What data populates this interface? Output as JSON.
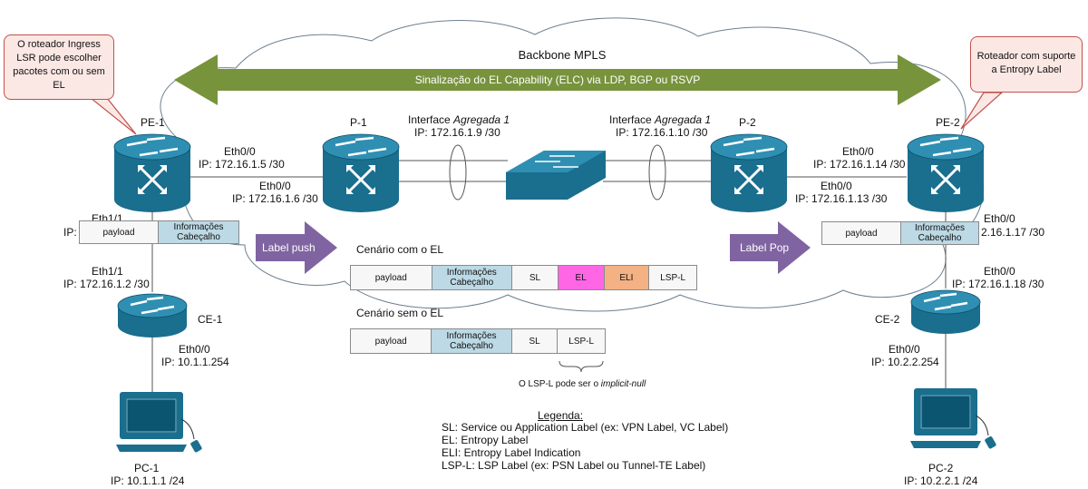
{
  "backbone": {
    "title": "Backbone MPLS",
    "signaling": "Sinalização do EL Capability (ELC) via LDP, BGP ou RSVP"
  },
  "callouts": {
    "left": "O roteador Ingress LSR pode escolher pacotes com ou sem EL",
    "right": "Roteador com suporte a Entropy Label"
  },
  "routers": {
    "pe1": {
      "name": "PE-1"
    },
    "p1": {
      "name": "P-1"
    },
    "p2": {
      "name": "P-2"
    },
    "pe2": {
      "name": "PE-2"
    },
    "ce1": {
      "name": "CE-1"
    },
    "ce2": {
      "name": "CE-2"
    }
  },
  "interfaces": {
    "pe1_eth00_name": "Eth0/0",
    "pe1_eth00_ip": "IP: 172.16.1.5 /30",
    "p1_eth00_name": "Eth0/0",
    "p1_eth00_ip": "IP: 172.16.1.6 /30",
    "agg1_title": "Interface",
    "agg1_italic": "Agregada 1",
    "agg1_ip": "IP: 172.16.1.9 /30",
    "agg2_title": "Interface",
    "agg2_italic": "Agregada 1",
    "agg2_ip": "IP: 172.16.1.10 /30",
    "p2_eth00_name": "Eth0/0",
    "p2_eth00_ip": "IP: 172.16.1.14 /30",
    "pe2_eth00_name": "Eth0/0",
    "pe2_eth00_ip": "IP: 172.16.1.13 /30",
    "pe1_eth11_top_name": "Eth1/1",
    "pe1_eth11_top_ip": "IP:",
    "pe2_eth00_down_name": "Eth0/0",
    "pe2_eth00_down_ip": "2.16.1.17 /30",
    "ce1_eth11_name": "Eth1/1",
    "ce1_eth11_ip": "IP: 172.16.1.2 /30",
    "ce1_eth00_name": "Eth0/0",
    "ce1_eth00_ip": "IP: 10.1.1.254",
    "ce2_eth00_up_name": "Eth0/0",
    "ce2_eth00_up_ip": "IP: 172.16.1.18 /30",
    "ce2_eth00_name": "Eth0/0",
    "ce2_eth00_ip": "IP: 10.2.2.254"
  },
  "pcs": {
    "pc1_name": "PC-1",
    "pc1_ip": "IP: 10.1.1.1 /24",
    "pc2_name": "PC-2",
    "pc2_ip": "IP: 10.2.2.1 /24"
  },
  "actions": {
    "push": "Label push",
    "pop": "Label Pop"
  },
  "packets": {
    "payload": "payload",
    "header": "Informações Cabeçalho",
    "sl": "SL",
    "el": "EL",
    "eli": "ELI",
    "lspl": "LSP-L"
  },
  "scenarios": {
    "with_el": "Cenário com o EL",
    "without_el": "Cenário sem o EL",
    "note_prefix": "O LSP-L pode ser o",
    "note_italic": "implicit-null"
  },
  "legend": {
    "title": "Legenda:",
    "items": [
      "SL: Service ou Application Label (ex: VPN Label, VC Label)",
      "EL: Entropy Label",
      "ELI: Entropy Label Indication",
      "LSP-L: LSP Label (ex: PSN Label ou Tunnel-TE Label)"
    ]
  },
  "colors": {
    "router": "#1a6e8e",
    "backbone_arrow": "#77933c",
    "action_arrow": "#8064a2",
    "header_cell": "#bcd9e5",
    "el_cell": "#ff66e5",
    "eli_cell": "#f4b183"
  },
  "icons": [
    "router-icon",
    "switch-icon",
    "pc-icon",
    "brace-icon"
  ]
}
